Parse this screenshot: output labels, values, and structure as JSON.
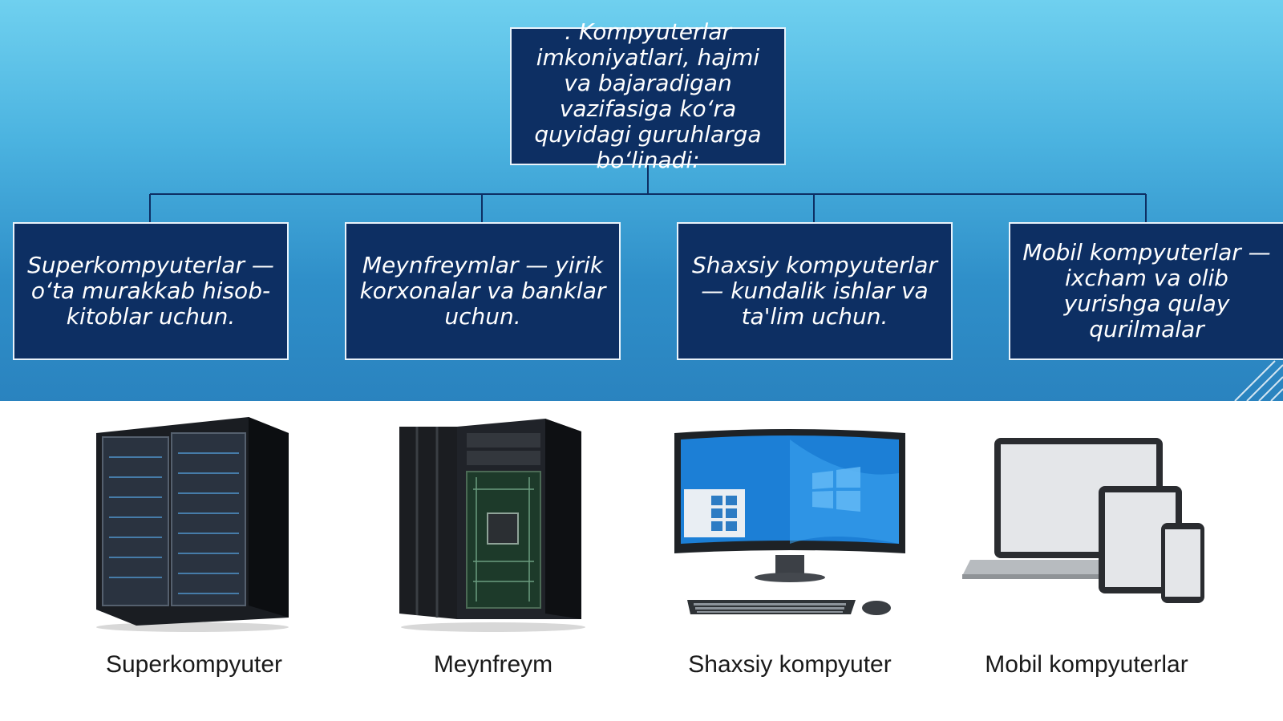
{
  "diagram": {
    "root": ". Kompyuterlar imkoniyatlari, hajmi va bajaradigan vazifasiga koʻra quyidagi guruhlarga boʻlinadi:",
    "children": [
      "Superkompyuterlar — oʻta murakkab hisob-kitoblar uchun.",
      "Meynfreymlar — yirik korxonalar va banklar uchun.",
      "Shaxsiy kompyuterlar — kundalik ishlar va ta'lim uchun.",
      "Mobil kompyuterlar — ixcham va olib yurishga qulay qurilmalar"
    ]
  },
  "devices": [
    {
      "caption": "Superkompyuter",
      "icon": "supercomputer-icon"
    },
    {
      "caption": "Meynfreym",
      "icon": "mainframe-icon"
    },
    {
      "caption": "Shaxsiy kompyuter",
      "icon": "desktop-computer-icon"
    },
    {
      "caption": "Mobil kompyuterlar",
      "icon": "mobile-devices-icon"
    }
  ],
  "colors": {
    "box_fill": "#0d2f63",
    "box_border": "#e9f3fb",
    "connector": "#0d2f63",
    "band_top": "#6fd0ef",
    "band_bottom": "#2a83bf"
  }
}
